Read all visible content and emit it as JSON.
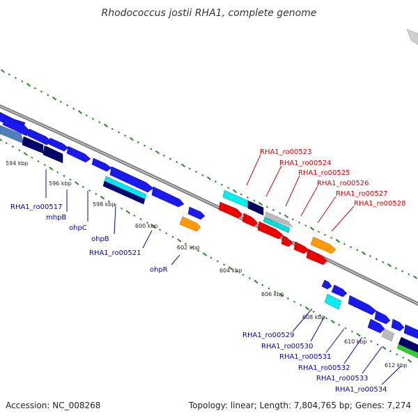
{
  "title": "Rhodococcus jostii RHA1, complete genome",
  "accession": "Accession: NC_008268",
  "topology": "Topology: linear; Length: 7,804,765 bp; Genes: 7,274",
  "colors": {
    "backbone": "#888888",
    "ticks": "#228B22",
    "label_blue": "#0000cc",
    "label_red": "#dd0000"
  },
  "scale_labels": [
    "594 kbp",
    "596 kbp",
    "598 kbp",
    "600 kbp",
    "602 kbp",
    "604 kbp",
    "606 kbp",
    "608 kbp",
    "610 kbp",
    "612 kbp"
  ],
  "gene_labels": [
    {
      "text": "RHA1_ro00517",
      "color": "blue"
    },
    {
      "text": "mhpB",
      "color": "blue"
    },
    {
      "text": "ohpC",
      "color": "blue"
    },
    {
      "text": "ohpB",
      "color": "blue"
    },
    {
      "text": "RHA1_ro00521",
      "color": "blue"
    },
    {
      "text": "ohpR",
      "color": "blue"
    },
    {
      "text": "RHA1_ro00523",
      "color": "red"
    },
    {
      "text": "RHA1_ro00524",
      "color": "red"
    },
    {
      "text": "RHA1_ro00525",
      "color": "red"
    },
    {
      "text": "RHA1_ro00526",
      "color": "red"
    },
    {
      "text": "RHA1_ro00527",
      "color": "red"
    },
    {
      "text": "RHA1_ro00528",
      "color": "red"
    },
    {
      "text": "RHA1_ro00529",
      "color": "blue"
    },
    {
      "text": "RHA1_ro00530",
      "color": "blue"
    },
    {
      "text": "RHA1_ro00531",
      "color": "blue"
    },
    {
      "text": "RHA1_ro00532",
      "color": "blue"
    },
    {
      "text": "RHA1_ro00533",
      "color": "blue"
    },
    {
      "text": "RHA1_ro00534",
      "color": "blue"
    }
  ]
}
